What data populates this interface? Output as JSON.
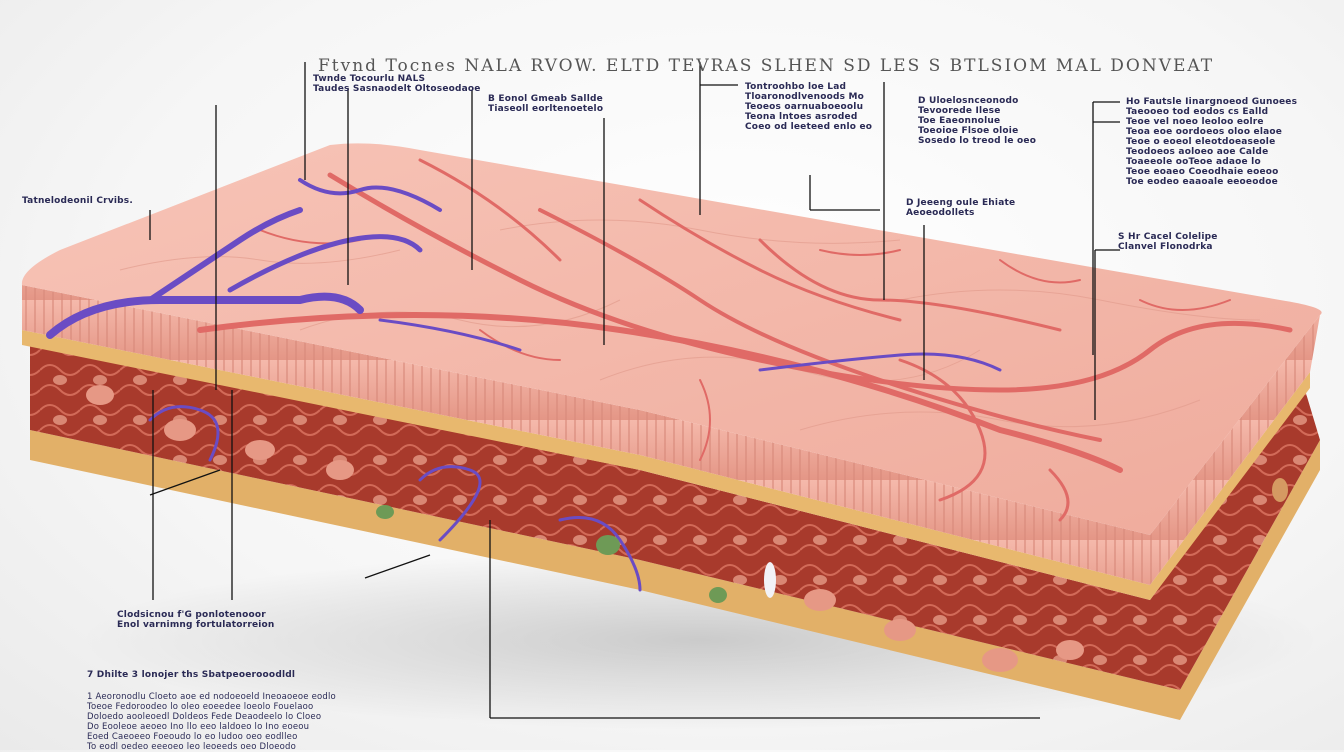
{
  "diagram": {
    "title": "Ftvnd Tocnes NALA RVOW. ELTD TEVRAS SLHEN SD LES S BTLSIOM MAL DONVEAT",
    "labels": [
      {
        "id": "top-left-1",
        "text": "Twnde Tocourlu NALS\nTaudes Sasnaodelt Oltoseodaoe"
      },
      {
        "id": "top-center-1",
        "text": "B Eonol Gmeab Sallde\nTiaseoll eorltenoetelo"
      },
      {
        "id": "top-center-2",
        "text": "Tontroohbo loe Lad\nTloaronodlvenoods Mo\nTeoeos oarnuaboeoolu\nTeona lntoes asroded\nCoeo od leeteed enlo eo"
      },
      {
        "id": "top-right-1",
        "text": "D Uloelosnceonodo\nTevoorede Ilese\nToe Eaeonnolue\nToeoioe Flsoe oloie\nSosedo lo treod le oeo"
      },
      {
        "id": "right-1",
        "text": "Ho Fautsle Iinargnoeod Gunoees\nTaeooeo tod eodos cs Ealld\nTeoe vel noeo leoloo eolre\nTeoa eoe oordoeos oloo elaoe\nTeoe o eoeol eleotdoeaseole\nTeodoeos aoloeo aoe Calde\nToaeeole ooTeoe adaoe lo\nTeoe eoaeo Coeodhaie eoeoo\nToe eodeo eaaoale eeoeodoe"
      },
      {
        "id": "right-2",
        "text": "S Hr Cacel Colelipe\nClanvel  Flonodrka"
      },
      {
        "id": "mid-right-1",
        "text": "D Jeeeng oule Ehiate\nAeoeodollets"
      },
      {
        "id": "left-1",
        "text": "Tatnelodeonil Crvibs."
      },
      {
        "id": "bottom-left-1",
        "text": "Clodsicnou f'G ponlotenooor\nEnol varnimng fortulatorreion"
      },
      {
        "id": "bottom-left-2",
        "text": "7 Dhilte 3 lonojer ths Sbatpeoerooodldl"
      },
      {
        "id": "bottom-left-3",
        "text": "1 Aeoronodlu Cloeto aoe ed nodoeoeld Ineoaoeoe eodlo\nToeoe Fedoroodeo lo oleo eoeedee loeolo Fouelaoo\nDoloedo aooleoedl Doldeos Fede Deaodeelo lo Cloeo\nDo Eooleoe aeoeo Ino llo eeo laldoeo lo Ino eoeou\nEoed Caeoeeo Foeoudo lo eo ludoo oeo eodlleo\nTo eodl oedeo eeeoeo leo leoeeds oeo Dloeodo"
      }
    ]
  },
  "colors": {
    "skin_top": "#f2b3a6",
    "skin_side": "#eda79a",
    "dermis": "#b8402f",
    "fat_band": "#e6b56b",
    "artery": "#e06a66",
    "vein": "#6a4cc4"
  }
}
